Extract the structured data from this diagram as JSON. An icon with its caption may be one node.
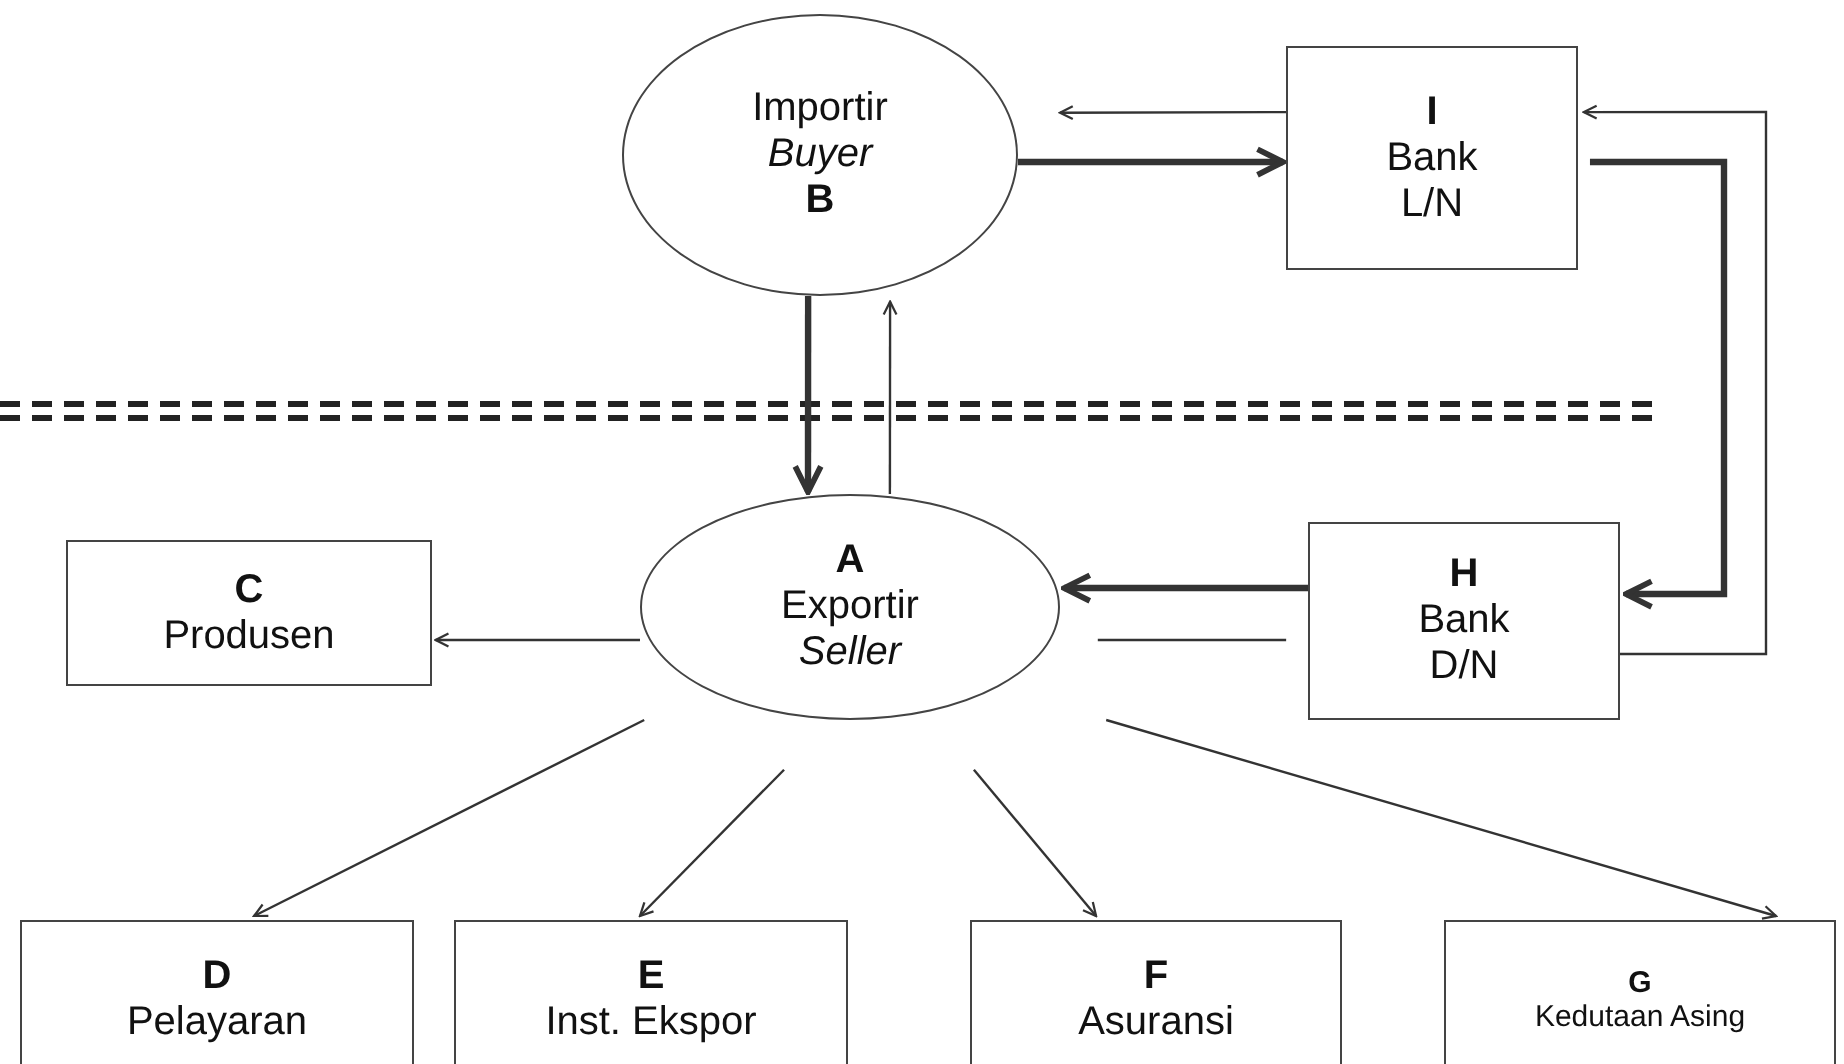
{
  "diagram": {
    "nodes": [
      {
        "text": [
          "Importir",
          "Buyer",
          "B"
        ]
      },
      {
        "text": [
          "I",
          "Bank",
          "L/N"
        ]
      },
      {
        "text": [
          "C",
          "Produsen"
        ]
      },
      {
        "text": [
          "A",
          "Exportir",
          "Seller"
        ]
      },
      {
        "text": [
          "H",
          "Bank",
          "D/N"
        ]
      },
      {
        "text": [
          "D",
          "Pelayaran"
        ]
      },
      {
        "text": [
          "E",
          "Inst. Ekspor"
        ]
      },
      {
        "text": [
          "F",
          "Asuransi"
        ]
      },
      {
        "text": [
          "G",
          "Kedutaan Asing"
        ]
      }
    ],
    "edges": [
      {
        "from": 0,
        "to": 1,
        "arrow": "to",
        "style": "thick"
      },
      {
        "from": 1,
        "to": 0,
        "arrow": "to"
      },
      {
        "from": 1,
        "to": 4,
        "arrow": "to",
        "style": "thick"
      },
      {
        "from": 4,
        "to": 1,
        "arrow": "to"
      },
      {
        "from": 4,
        "to": 3,
        "arrow": "to",
        "style": "thick"
      },
      {
        "from": 3,
        "to": 4,
        "arrow": "none"
      },
      {
        "from": 0,
        "to": 3,
        "arrow": "to",
        "style": "thick"
      },
      {
        "from": 3,
        "to": 0,
        "arrow": "to"
      },
      {
        "from": 3,
        "to": 2,
        "arrow": "to"
      },
      {
        "from": 3,
        "to": 5,
        "arrow": "to"
      },
      {
        "from": 3,
        "to": 6,
        "arrow": "to"
      },
      {
        "from": 3,
        "to": 7,
        "arrow": "to"
      },
      {
        "from": 3,
        "to": 8,
        "arrow": "to"
      }
    ]
  }
}
